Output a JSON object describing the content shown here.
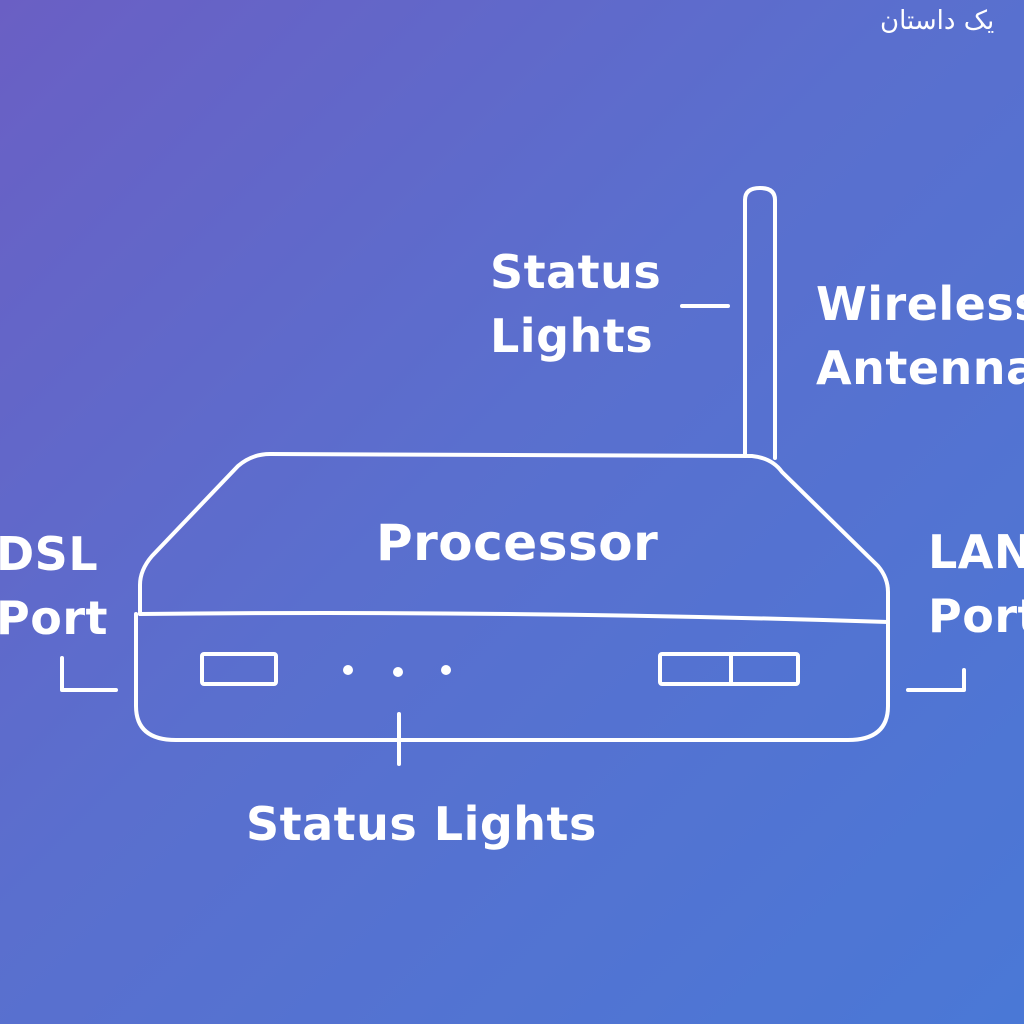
{
  "diagram": {
    "watermark": "یک داستان",
    "labels": {
      "status_top": [
        "Status",
        "Lights"
      ],
      "wireless": [
        "Wireless",
        "Antenna"
      ],
      "processor": "Processor",
      "dsl": [
        "DSL",
        "Port"
      ],
      "lan": [
        "LAN",
        "Port"
      ],
      "status_bottom": "Status Lights"
    }
  },
  "colors": {
    "gradient_start": "#6a5fc4",
    "gradient_end": "#4a78d6",
    "stroke": "#ffffff"
  }
}
